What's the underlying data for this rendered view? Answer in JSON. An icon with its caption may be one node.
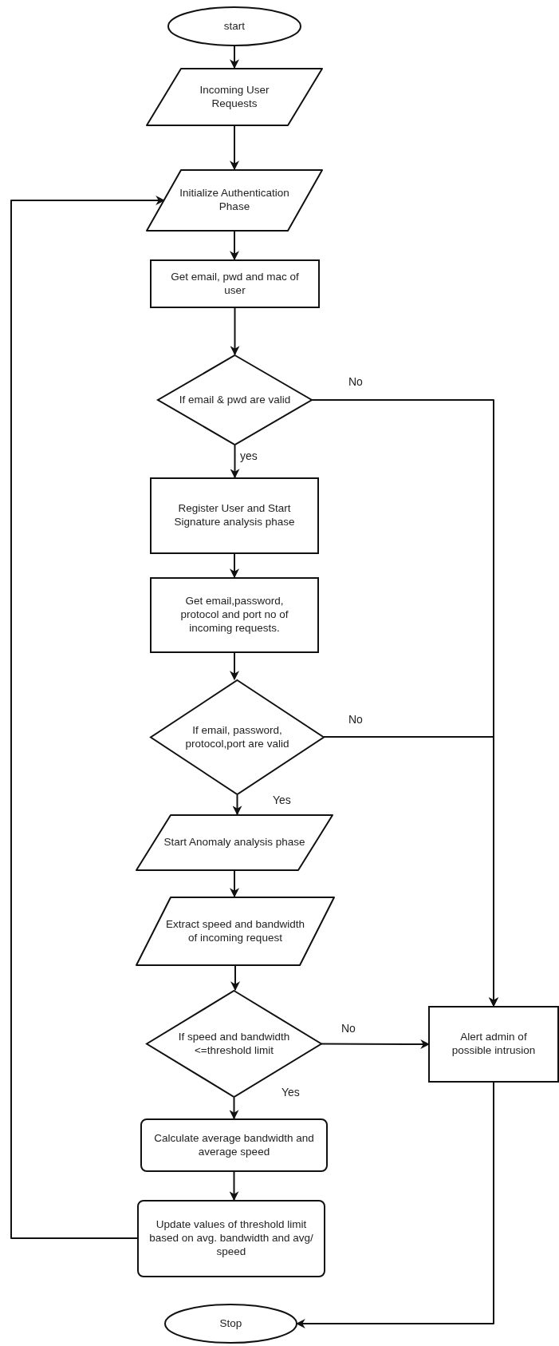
{
  "diagram": {
    "nodes": [
      {
        "text": [
          "start"
        ]
      },
      {
        "text": [
          "Incoming User Requests"
        ]
      },
      {
        "text": [
          "Initialize Authentication Phase"
        ]
      },
      {
        "text": [
          "Get email, pwd and mac of user"
        ]
      },
      {
        "text": [
          "If email & pwd are valid"
        ]
      },
      {
        "text": [
          "Register User and Start Signature analysis phase"
        ]
      },
      {
        "text": [
          "Get email,password, protocol and port no of incoming requests."
        ]
      },
      {
        "text": [
          "If email, password, protocol,port are valid"
        ]
      },
      {
        "text": [
          "Start Anomaly analysis phase"
        ]
      },
      {
        "text": [
          "Extract speed and bandwidth of incoming request"
        ]
      },
      {
        "text": [
          "If speed and bandwidth <=threshold limit"
        ]
      },
      {
        "text": [
          "Alert admin of possible intrusion"
        ]
      },
      {
        "text": [
          "Calculate average bandwidth and average speed"
        ]
      },
      {
        "text": [
          "Update values of threshold limit based on avg. bandwidth and avg/ speed"
        ]
      },
      {
        "text": [
          "Stop"
        ]
      }
    ],
    "edges": [
      {
        "from": 0,
        "to": 1,
        "arrow": "to"
      },
      {
        "from": 1,
        "to": 2,
        "arrow": "to"
      },
      {
        "from": 2,
        "to": 3,
        "arrow": "to"
      },
      {
        "from": 3,
        "to": 4,
        "arrow": "to"
      },
      {
        "from": 4,
        "to": 5,
        "arrow": "to",
        "label": "yes"
      },
      {
        "from": 4,
        "to": 11,
        "arrow": "to",
        "label": "No"
      },
      {
        "from": 5,
        "to": 6,
        "arrow": "to"
      },
      {
        "from": 6,
        "to": 7,
        "arrow": "to"
      },
      {
        "from": 7,
        "to": 8,
        "arrow": "to",
        "label": "Yes"
      },
      {
        "from": 7,
        "to": 11,
        "arrow": "to",
        "label": "No"
      },
      {
        "from": 8,
        "to": 9,
        "arrow": "to"
      },
      {
        "from": 9,
        "to": 10,
        "arrow": "to"
      },
      {
        "from": 10,
        "to": 12,
        "arrow": "to",
        "label": "Yes"
      },
      {
        "from": 10,
        "to": 11,
        "arrow": "to",
        "label": "No"
      },
      {
        "from": 12,
        "to": 13,
        "arrow": "to"
      },
      {
        "from": 13,
        "to": 2,
        "arrow": "to"
      },
      {
        "from": 11,
        "to": 14,
        "arrow": "to"
      }
    ]
  }
}
